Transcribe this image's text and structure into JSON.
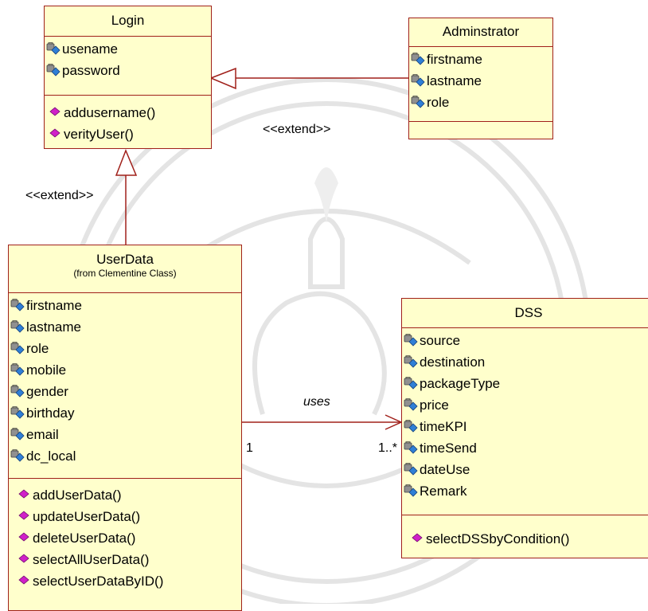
{
  "classes": {
    "login": {
      "name": "Login",
      "attributes": [
        "usename",
        "password"
      ],
      "operations": [
        "addusername()",
        "verityUser()"
      ]
    },
    "admin": {
      "name": "Adminstrator",
      "attributes": [
        "firstname",
        "lastname",
        "role"
      ],
      "operations": []
    },
    "userdata": {
      "name": "UserData",
      "subtitle": "(from Clementine Class)",
      "attributes": [
        "firstname",
        "lastname",
        "role",
        "mobile",
        "gender",
        "birthday",
        "email",
        "dc_local"
      ],
      "operations": [
        "addUserData()",
        "updateUserData()",
        "deleteUserData()",
        "selectAllUserData()",
        "selectUserDataByID()"
      ]
    },
    "dss": {
      "name": "DSS",
      "attributes": [
        "source",
        "destination",
        "packageType",
        "price",
        "timeKPI",
        "timeSend",
        "dateUse",
        "Remark"
      ],
      "operations": [
        "selectDSSbyCondition()"
      ]
    }
  },
  "relations": {
    "admin_login_label": "<<extend>>",
    "userdata_login_label": "<<extend>>",
    "uses_label": "uses",
    "uses_mult_left": "1",
    "uses_mult_right": "1..*"
  },
  "icons": {
    "attribute": "lock-attribute-icon",
    "operation": "operation-diamond-icon"
  },
  "colors": {
    "class_fill": "#ffffcc",
    "class_border": "#a0201a",
    "connector": "#a0201a",
    "watermark": "#e2e2e2"
  }
}
